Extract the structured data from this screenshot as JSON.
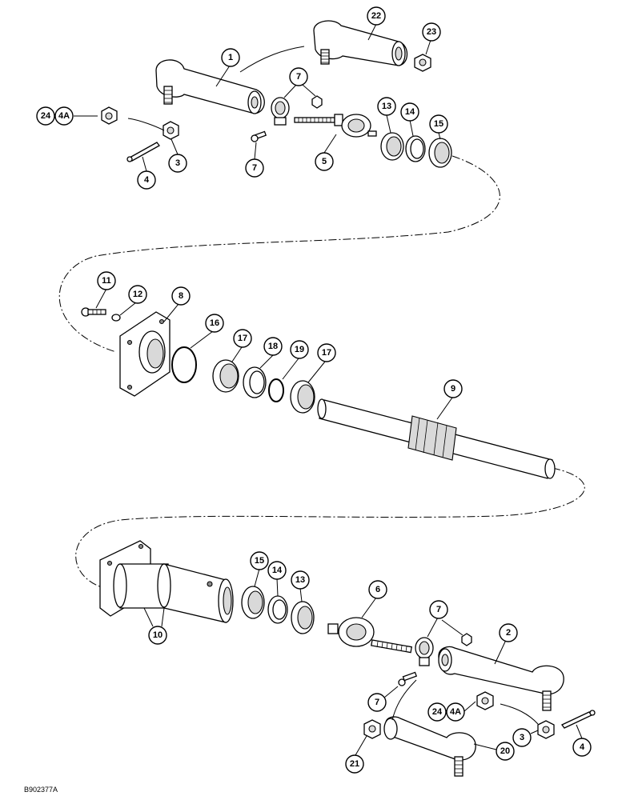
{
  "figure": {
    "reference_code": "B902377A"
  },
  "callouts": [
    {
      "id": "c1",
      "label": "1"
    },
    {
      "id": "c2",
      "label": "2"
    },
    {
      "id": "c3a",
      "label": "3"
    },
    {
      "id": "c3b",
      "label": "3"
    },
    {
      "id": "c4a",
      "label": "4"
    },
    {
      "id": "c4b",
      "label": "4"
    },
    {
      "id": "c5",
      "label": "5"
    },
    {
      "id": "c6",
      "label": "6"
    },
    {
      "id": "c7a",
      "label": "7"
    },
    {
      "id": "c7b",
      "label": "7"
    },
    {
      "id": "c7c",
      "label": "7"
    },
    {
      "id": "c7d",
      "label": "7"
    },
    {
      "id": "c8",
      "label": "8"
    },
    {
      "id": "c9",
      "label": "9"
    },
    {
      "id": "c10",
      "label": "10"
    },
    {
      "id": "c11",
      "label": "11"
    },
    {
      "id": "c12",
      "label": "12"
    },
    {
      "id": "c13a",
      "label": "13"
    },
    {
      "id": "c13b",
      "label": "13"
    },
    {
      "id": "c14a",
      "label": "14"
    },
    {
      "id": "c14b",
      "label": "14"
    },
    {
      "id": "c15a",
      "label": "15"
    },
    {
      "id": "c15b",
      "label": "15"
    },
    {
      "id": "c16",
      "label": "16"
    },
    {
      "id": "c17a",
      "label": "17"
    },
    {
      "id": "c17b",
      "label": "17"
    },
    {
      "id": "c18",
      "label": "18"
    },
    {
      "id": "c19",
      "label": "19"
    },
    {
      "id": "c20",
      "label": "20"
    },
    {
      "id": "c21",
      "label": "21"
    },
    {
      "id": "c22",
      "label": "22"
    },
    {
      "id": "c23",
      "label": "23"
    },
    {
      "id": "c24a",
      "label": "24"
    },
    {
      "id": "c24b",
      "label": "24"
    },
    {
      "id": "c4Aa",
      "label": "4A"
    },
    {
      "id": "c4Ab",
      "label": "4A"
    }
  ]
}
